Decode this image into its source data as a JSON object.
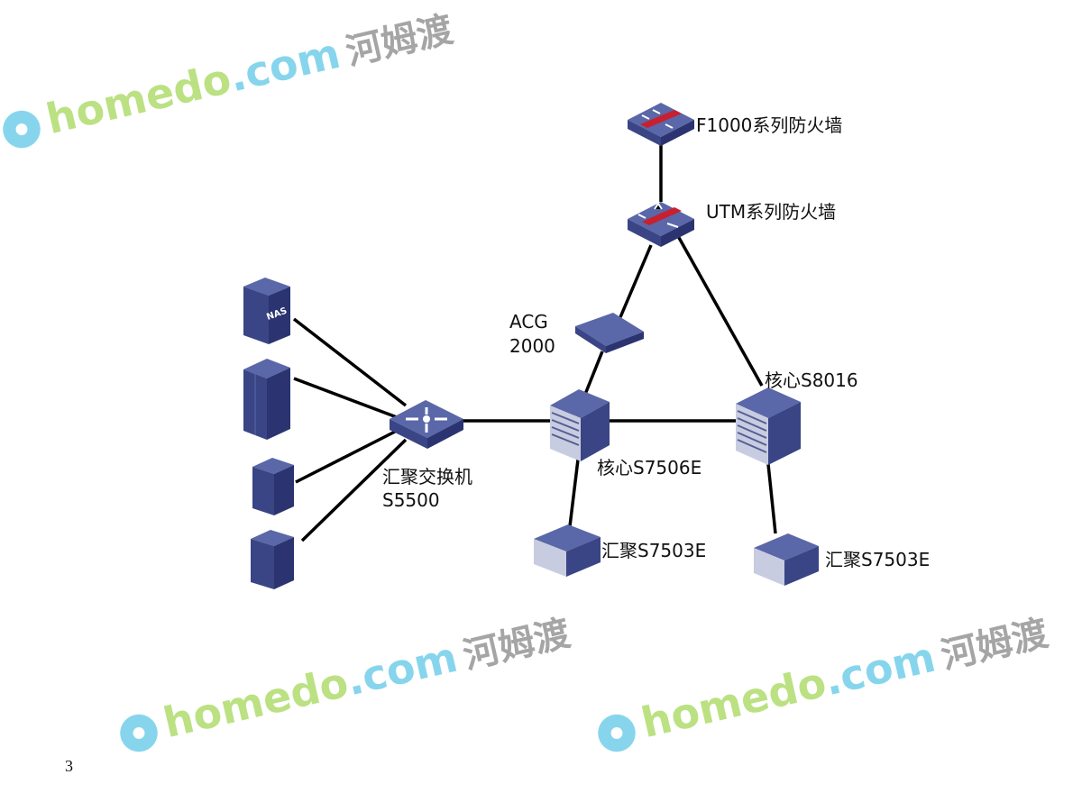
{
  "watermark": {
    "brand": "homedo",
    "domain": ".com",
    "chinese": "河姆渡"
  },
  "page_number": "3",
  "nodes": {
    "f1000": "F1000系列防火墙",
    "utm": "UTM系列防火墙",
    "acg_line1": "ACG",
    "acg_line2": "2000",
    "core_s8016": "核心S8016",
    "core_s7506e": "核心S7506E",
    "agg_switch_line1": "汇聚交换机",
    "agg_switch_line2": "S5500",
    "agg_s7503e_left": "汇聚S7503E",
    "agg_s7503e_right": "汇聚S7503E",
    "nas": "NAS"
  },
  "colors": {
    "device_top": "#5a67a8",
    "device_side": "#3a4585",
    "device_dark": "#2b3470",
    "firewall_band": "#c8202e",
    "link": "#000000"
  }
}
